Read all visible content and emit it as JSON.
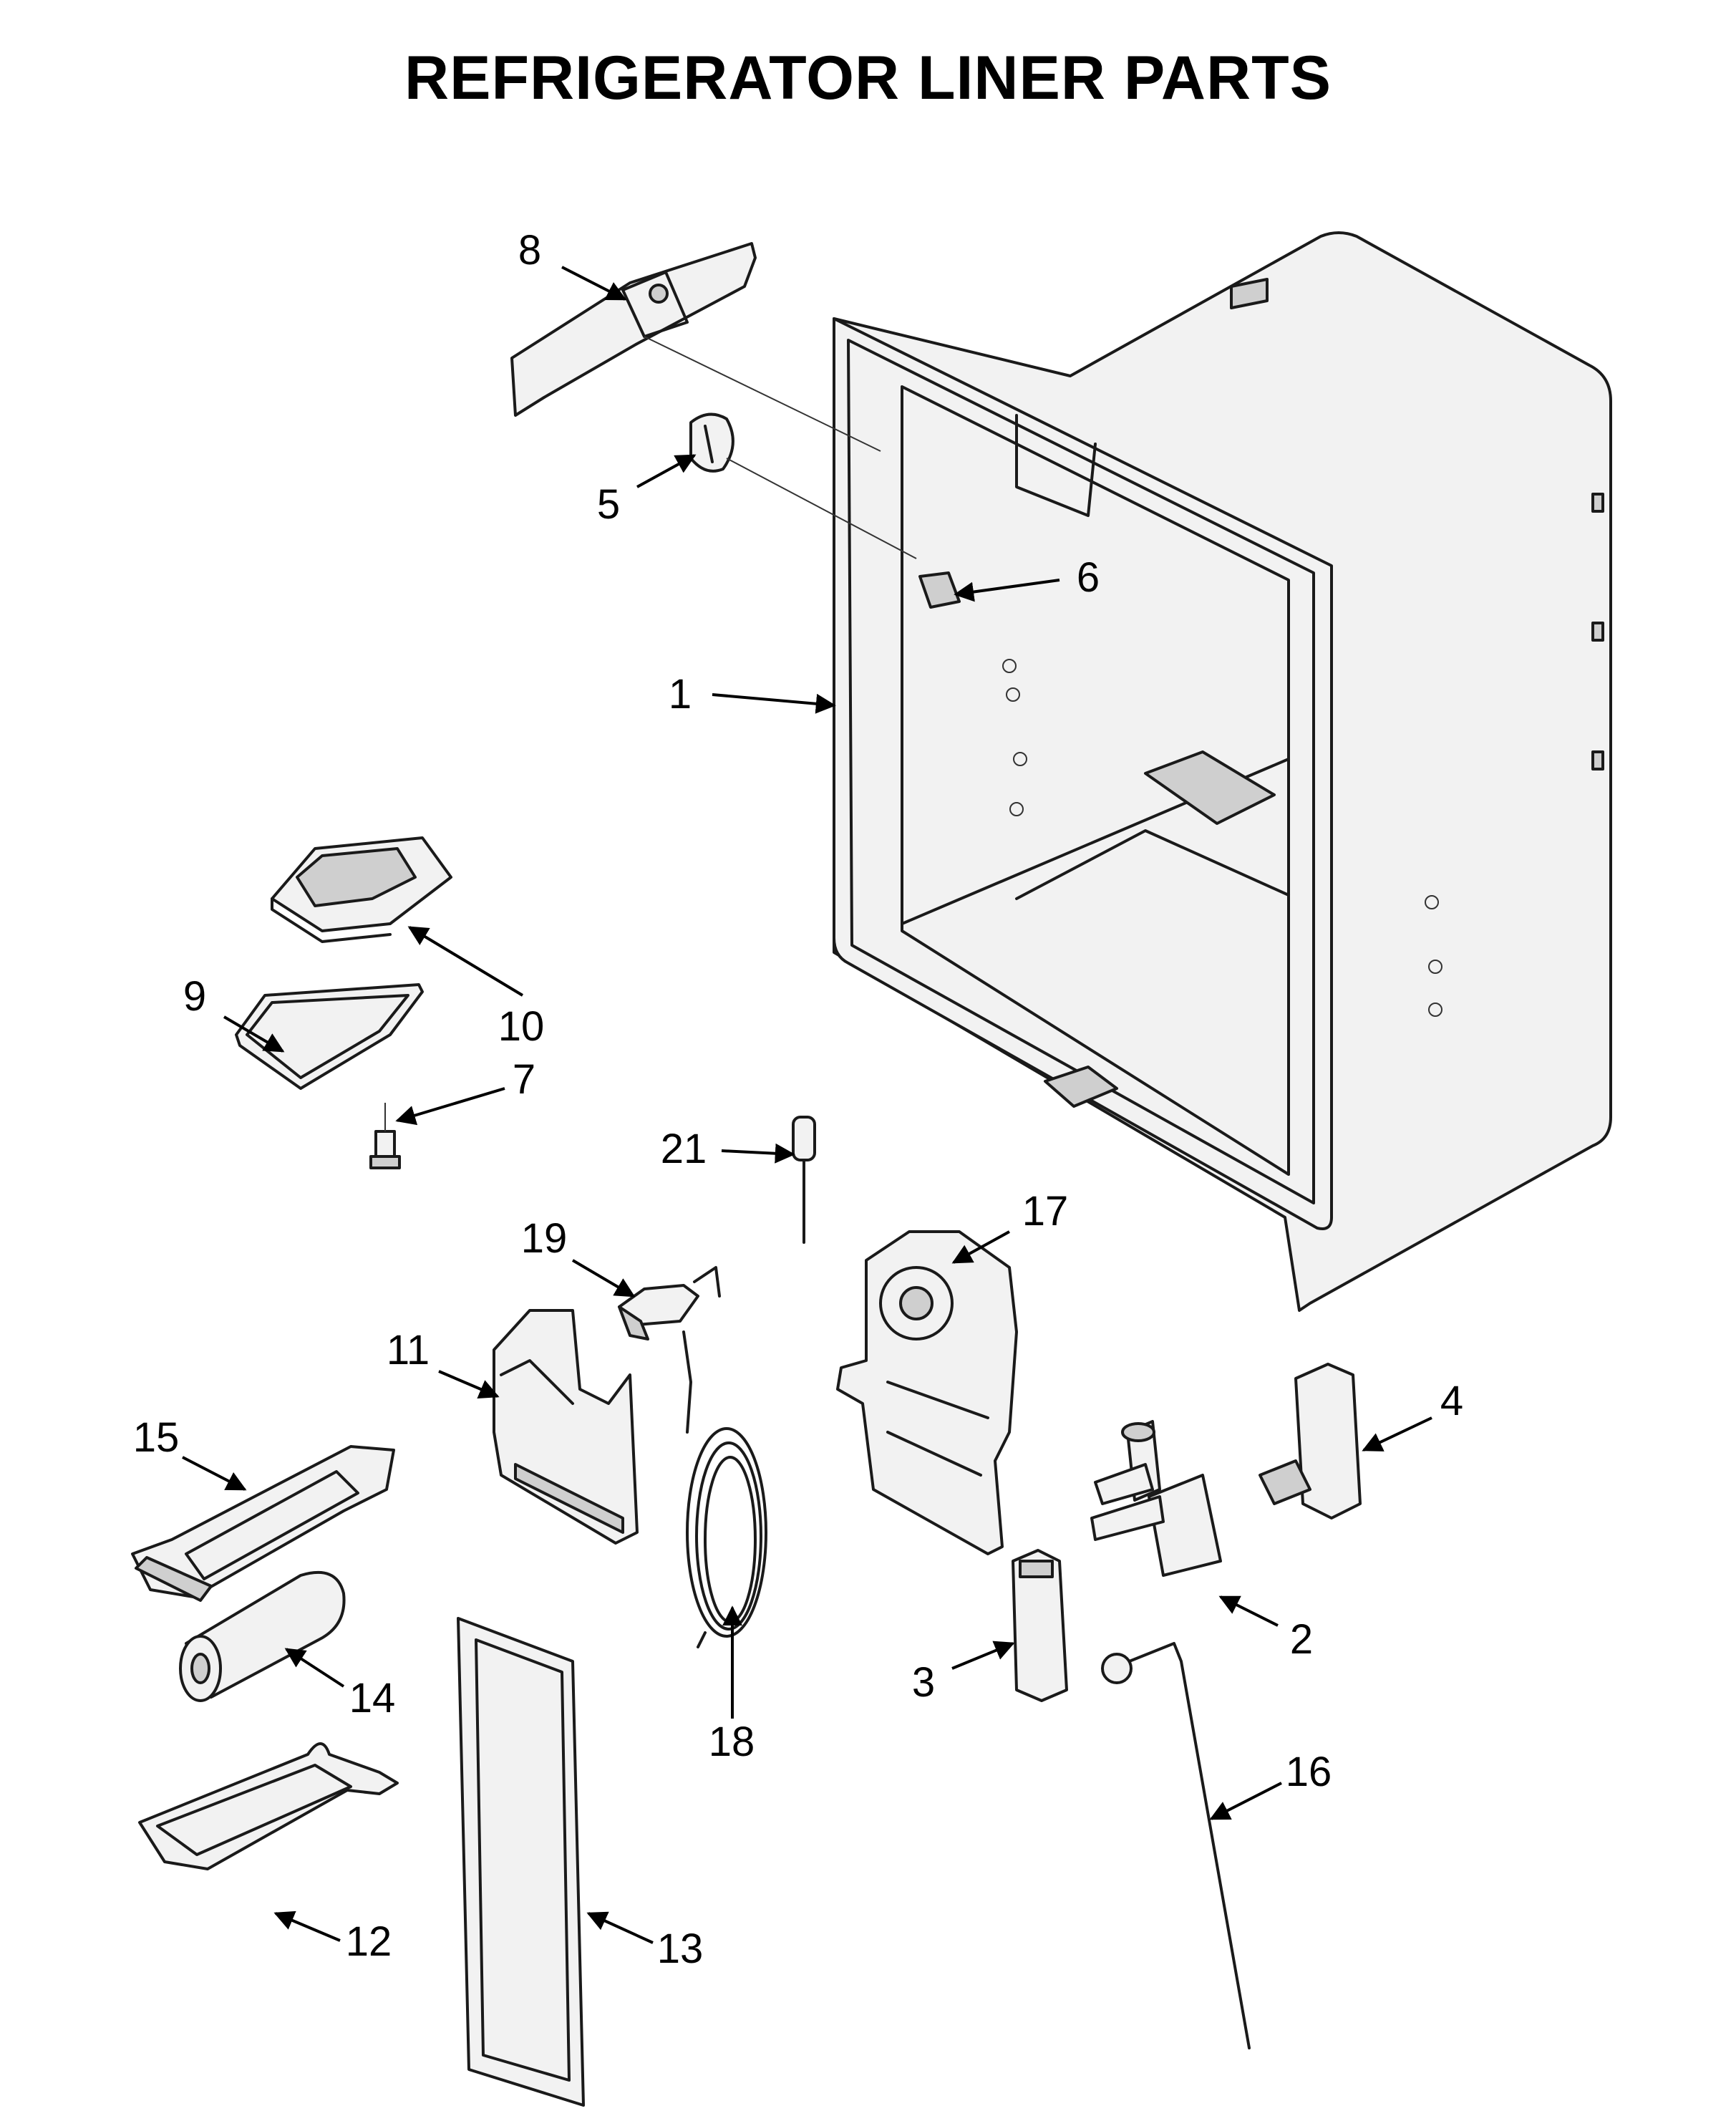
{
  "title": "REFRIGERATOR LINER PARTS",
  "callouts": [
    "1",
    "2",
    "3",
    "4",
    "5",
    "6",
    "7",
    "8",
    "9",
    "10",
    "11",
    "12",
    "13",
    "14",
    "15",
    "16",
    "17",
    "18",
    "19",
    "21"
  ]
}
